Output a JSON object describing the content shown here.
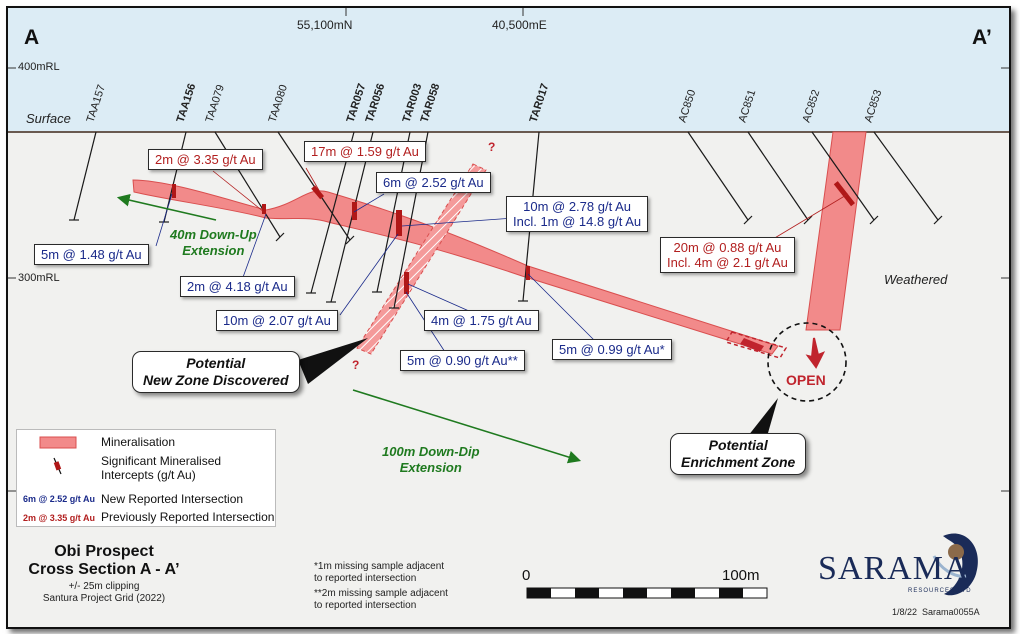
{
  "section": {
    "left_label": "A",
    "right_label": "A’"
  },
  "grid": {
    "northing": "55,100mN",
    "easting": "40,500mE",
    "rl_400": "400mRL",
    "rl_300": "300mRL"
  },
  "surface_label": "Surface",
  "weathered_label": "Weathered",
  "holes": [
    {
      "id": "TAA157",
      "bold": false
    },
    {
      "id": "TAA156",
      "bold": true
    },
    {
      "id": "TAA079",
      "bold": false
    },
    {
      "id": "TAA080",
      "bold": false
    },
    {
      "id": "TAR057",
      "bold": true
    },
    {
      "id": "TAR056",
      "bold": true
    },
    {
      "id": "TAR003",
      "bold": true
    },
    {
      "id": "TAR058",
      "bold": true
    },
    {
      "id": "TAR017",
      "bold": true
    },
    {
      "id": "AC850",
      "bold": false
    },
    {
      "id": "AC851",
      "bold": false
    },
    {
      "id": "AC852",
      "bold": false
    },
    {
      "id": "AC853",
      "bold": false
    }
  ],
  "intercepts": {
    "i1": {
      "text": "2m @ 3.35 g/t Au",
      "type": "previous"
    },
    "i2": {
      "text": "17m @ 1.59 g/t Au",
      "type": "previous"
    },
    "i3": {
      "text": "6m @ 2.52 g/t Au",
      "type": "new"
    },
    "i4": {
      "text": "10m @ 2.78 g/t Au",
      "sub": "Incl. 1m @ 14.8 g/t Au",
      "type": "new"
    },
    "i5": {
      "text": "5m @ 1.48 g/t Au",
      "type": "new"
    },
    "i6": {
      "text": "2m @ 4.18 g/t Au",
      "type": "new"
    },
    "i7": {
      "text": "10m @ 2.07 g/t Au",
      "type": "new"
    },
    "i8": {
      "text": "4m @ 1.75 g/t Au",
      "type": "new"
    },
    "i9": {
      "text": "5m @ 0.90 g/t Au**",
      "type": "new"
    },
    "i10": {
      "text": "5m @ 0.99 g/t Au*",
      "type": "new"
    },
    "i11": {
      "text": "20m @ 0.88 g/t Au",
      "sub": "Incl. 4m @ 2.1 g/t Au",
      "type": "previous"
    }
  },
  "extensions": {
    "up": {
      "line1": "40m Down-Up",
      "line2": "Extension"
    },
    "dip": {
      "line1": "100m Down-Dip",
      "line2": "Extension"
    }
  },
  "callouts": {
    "new_zone": {
      "line1": "Potential",
      "line2": "New Zone Discovered"
    },
    "enrichment": {
      "line1": "Potential",
      "line2": "Enrichment Zone"
    }
  },
  "open_label": "OPEN",
  "question_mark": "?",
  "legend": {
    "mineralisation": "Mineralisation",
    "intercepts_line1": "Significant Mineralised",
    "intercepts_line2": "Intercepts (g/t Au)",
    "new_sample": "6m @ 2.52 g/t Au",
    "new_label": "New Reported Intersection",
    "old_sample": "2m @ 3.35 g/t Au",
    "old_label": "Previously Reported Intersection"
  },
  "title": {
    "line1": "Obi Prospect",
    "line2": "Cross Section A - A’",
    "sub1": "+/- 25m clipping",
    "sub2": "Santura Project Grid (2022)"
  },
  "notes": {
    "n1a": "*1m missing sample adjacent",
    "n1b": "to reported intersection",
    "n2a": "**2m missing sample adjacent",
    "n2b": "to reported intersection"
  },
  "scale": {
    "start": "0",
    "end": "100m"
  },
  "logo": {
    "name": "SARAMA",
    "sub": "RESOURCES LTD"
  },
  "reference": {
    "date": "1/8/22",
    "code": "Sarama0055A"
  },
  "colors": {
    "sky": "#dcecf5",
    "ground": "#f1f1ef",
    "mineralisation": "#f28a8a",
    "mineralisation_edge": "#d94f4f",
    "intercept": "#b01717",
    "new_text": "#1a2a8a",
    "previous_text": "#b21f1f",
    "extension_text": "#1f7a1f",
    "logo": "#1a2b58"
  }
}
